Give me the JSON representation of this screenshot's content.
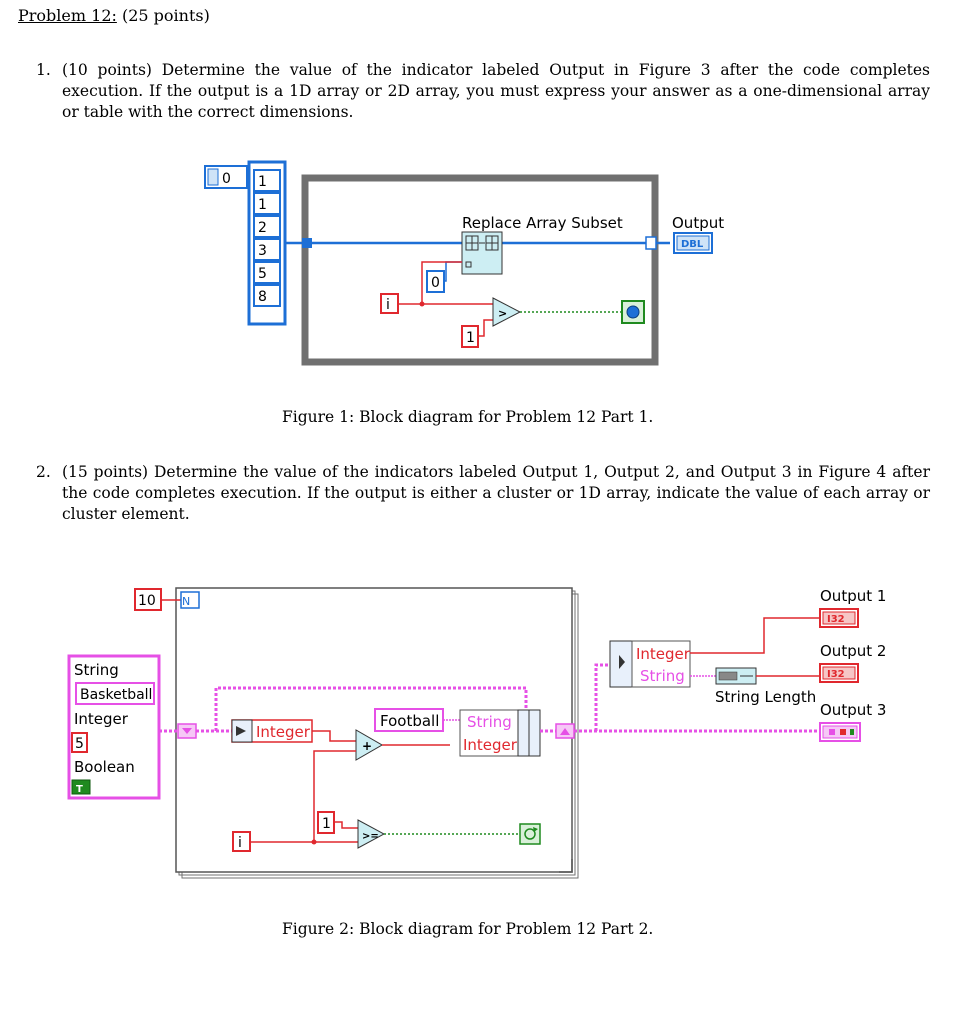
{
  "header": {
    "problem_label": "Problem 12:",
    "points": "(25 points)"
  },
  "question1": {
    "number": "1.",
    "text": "(10 points) Determine the value of the indicator labeled Output in Figure 3 after the code completes execution. If the output is a 1D array or 2D array, you must express your answer as a one-dimensional array or table with the correct dimensions."
  },
  "figure1": {
    "index_value": "0",
    "array_values": [
      "1",
      "1",
      "2",
      "3",
      "5",
      "8"
    ],
    "node_label": "Replace Array Subset",
    "output_label": "Output",
    "output_type": "DBL",
    "constant_zero": "0",
    "iteration_terminal": "i",
    "constant_one": "1",
    "caption": "Figure 1: Block diagram for Problem 12 Part 1."
  },
  "question2": {
    "number": "2.",
    "text": "(15 points) Determine the value of the indicators labeled Output 1, Output 2, and Output 3 in Figure 4 after the code completes execution. If the output is either a cluster or 1D array, indicate the value of each array or cluster element."
  },
  "figure2": {
    "count_constant": "10",
    "count_terminal": "N",
    "cluster_labels": {
      "string": "String",
      "string_value": "Basketball",
      "integer": "Integer",
      "integer_value": "5",
      "boolean": "Boolean",
      "boolean_value": "T"
    },
    "unbundle_integer": "Integer",
    "football_constant": "Football",
    "bundle_string": "String",
    "bundle_integer": "Integer",
    "iteration_terminal": "i",
    "constant_one": "1",
    "unbundle_out_integer": "Integer",
    "unbundle_out_string": "String",
    "string_length_label": "String Length",
    "output1_label": "Output 1",
    "output1_type": "I32",
    "output2_label": "Output 2",
    "output2_type": "I32",
    "output3_label": "Output 3",
    "caption": "Figure 2: Block diagram for Problem 12 Part 2."
  },
  "colors": {
    "numeric_blue": "#1d6fd6",
    "integer_red": "#e0282e",
    "string_pink": "#e650e6",
    "boolean_green": "#1f8a1f",
    "loop_gray": "#707070"
  }
}
